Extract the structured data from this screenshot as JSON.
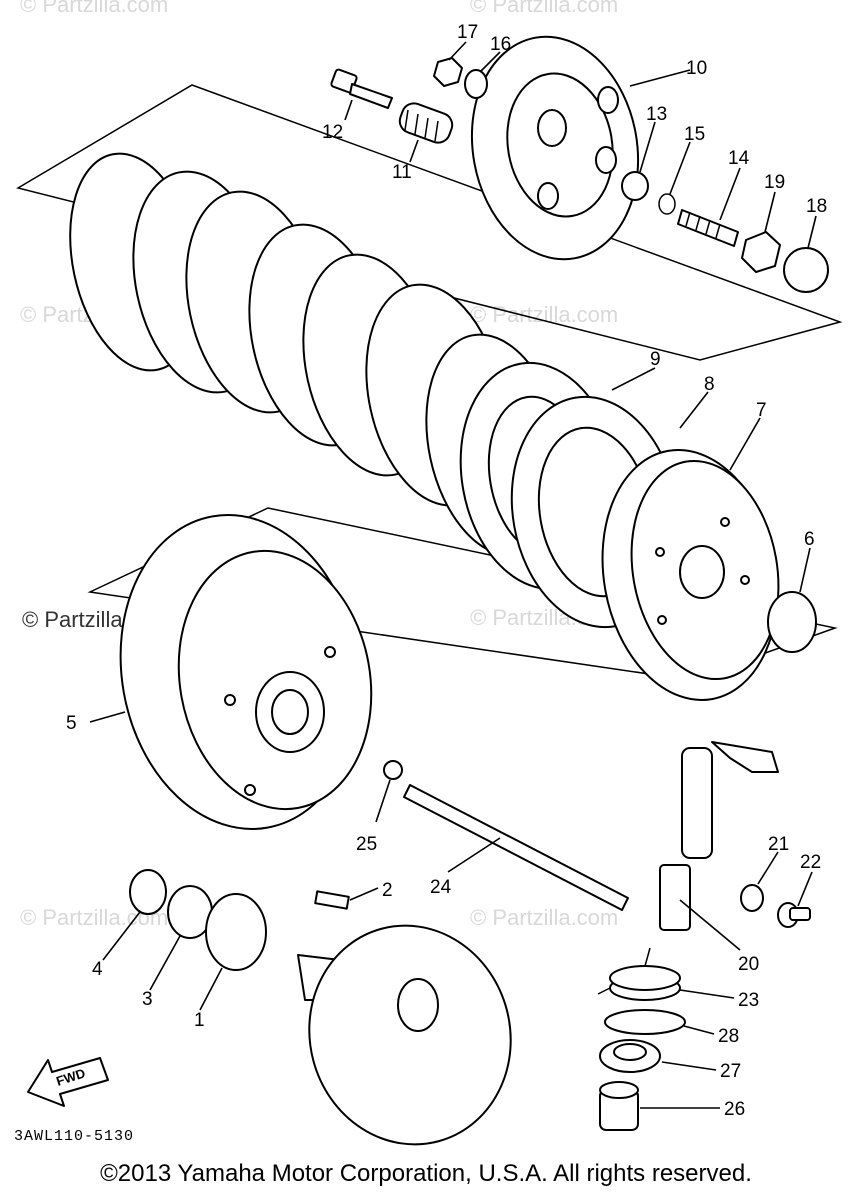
{
  "watermarks": {
    "faint": "© Partzilla.com",
    "prominent": "© Partzilla.com"
  },
  "callouts": {
    "c1": "1",
    "c2": "2",
    "c3": "3",
    "c4": "4",
    "c5": "5",
    "c6": "6",
    "c7": "7",
    "c8": "8",
    "c9": "9",
    "c10": "10",
    "c11": "11",
    "c12": "12",
    "c13": "13",
    "c14": "14",
    "c15": "15",
    "c16": "16",
    "c17": "17",
    "c18": "18",
    "c19": "19",
    "c20": "20",
    "c21": "21",
    "c22": "22",
    "c23": "23",
    "c24": "24",
    "c25": "25",
    "c26": "26",
    "c27": "27",
    "c28": "28"
  },
  "fwd_label": "FWD",
  "diagram_code": "3AWL110-5130",
  "copyright": "©2013 Yamaha Motor Corporation, U.S.A. All rights reserved."
}
